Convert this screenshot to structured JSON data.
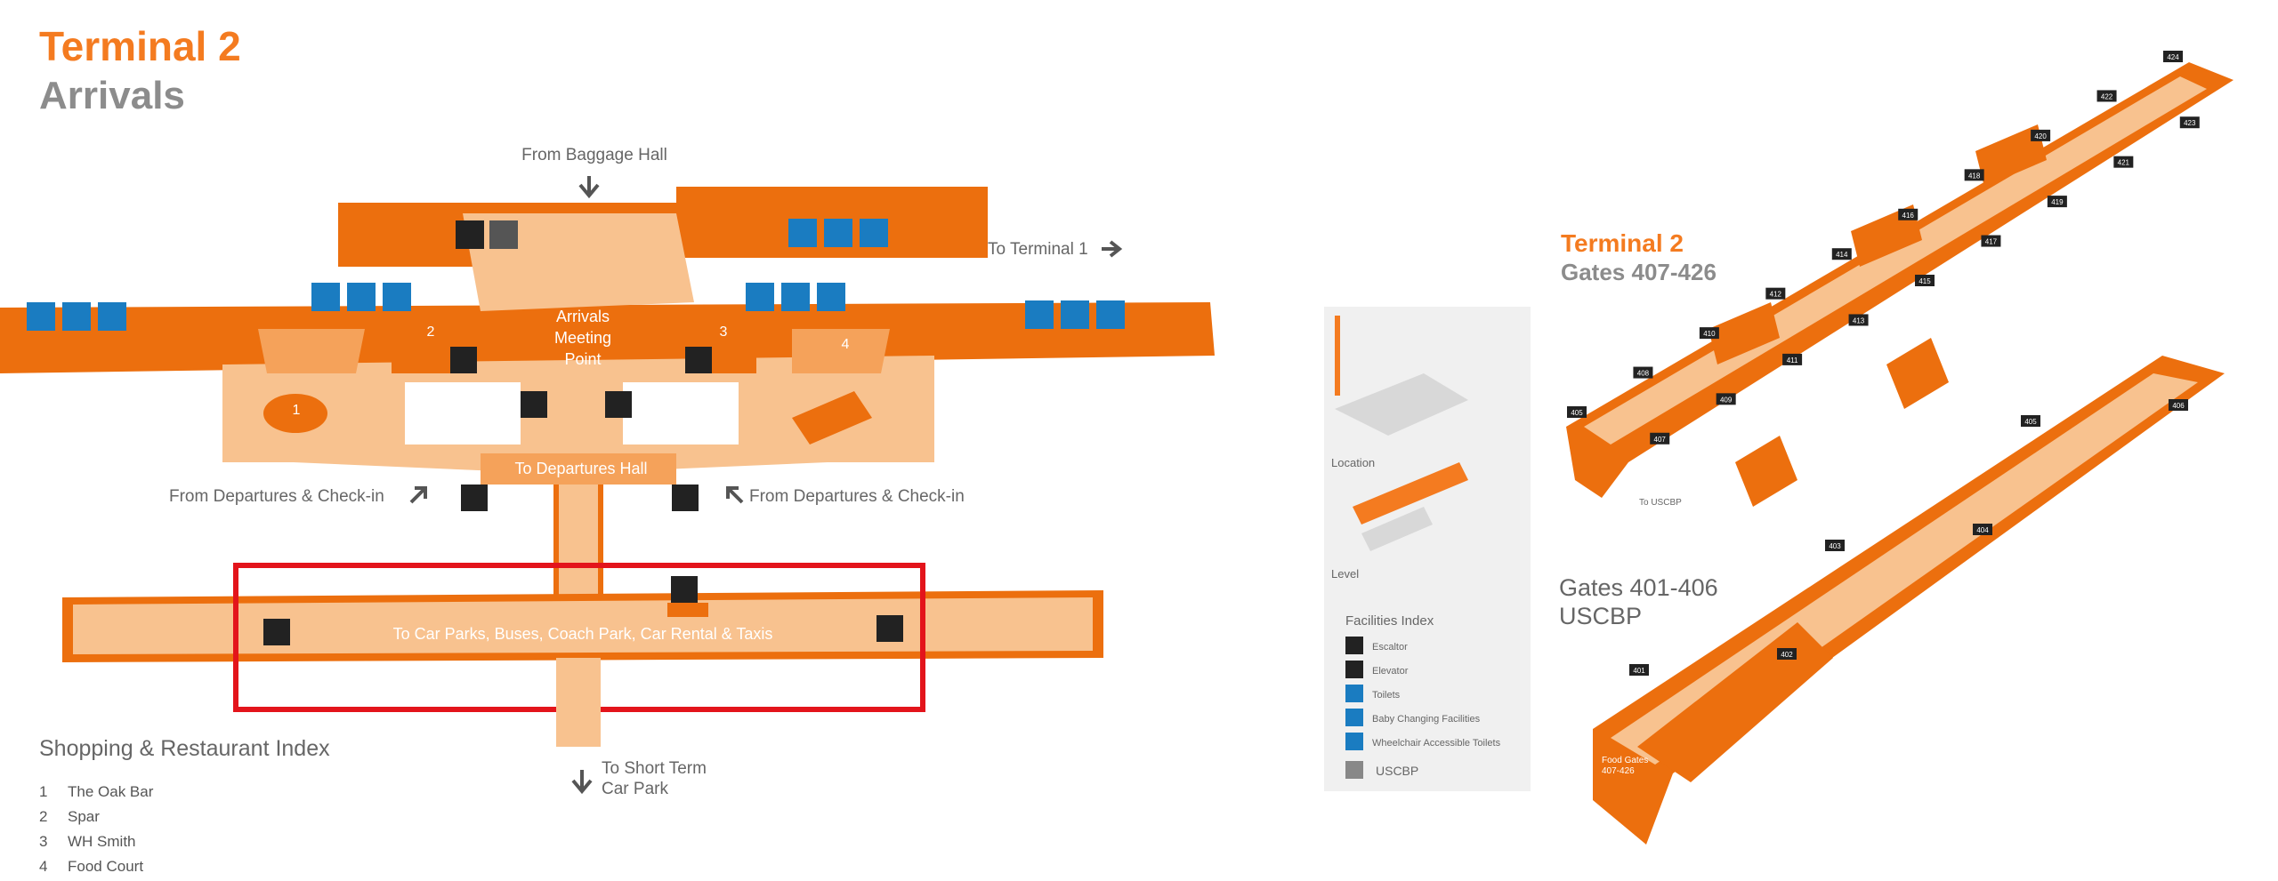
{
  "left_map": {
    "title": "Terminal 2",
    "subtitle": "Arrivals",
    "labels": {
      "from_baggage_hall": "From Baggage Hall",
      "to_terminal_1": "To Terminal 1",
      "arrivals_meeting_line1": "Arrivals",
      "arrivals_meeting_line2": "Meeting",
      "arrivals_meeting_line3": "Point",
      "to_departures_hall": "To Departures Hall",
      "from_departures_left": "From Departures & Check-in",
      "from_departures_right": "From Departures & Check-in",
      "to_car_parks": "To Car Parks, Buses, Coach Park, Car Rental & Taxis",
      "to_short_term_line1": "To Short Term",
      "to_short_term_line2": "Car Park"
    },
    "shop_numbers": [
      "1",
      "2",
      "3",
      "4"
    ],
    "index_title": "Shopping & Restaurant Index",
    "index": [
      {
        "num": "1",
        "name": "The Oak Bar"
      },
      {
        "num": "2",
        "name": "Spar"
      },
      {
        "num": "3",
        "name": "WH Smith"
      },
      {
        "num": "4",
        "name": "Food Court"
      }
    ],
    "highlight_color": "#e3141b"
  },
  "right_map": {
    "title": "Terminal 2",
    "subtitle": "Gates 407-426",
    "lower_title_line1": "Gates 401-406",
    "lower_title_line2": "USCBP",
    "location_label": "Location",
    "level_label": "Level",
    "to_uscbp": "To USCBP",
    "food_gates_line1": "Food Gates",
    "food_gates_line2": "407-426",
    "facilities_title": "Facilities Index",
    "facilities": [
      {
        "icon": "escalator-icon",
        "label": "Escaltor"
      },
      {
        "icon": "elevator-icon",
        "label": "Elevator"
      },
      {
        "icon": "toilets-icon",
        "label": "Toilets"
      },
      {
        "icon": "baby-changing-icon",
        "label": "Baby Changing Facilities"
      },
      {
        "icon": "wheelchair-icon",
        "label": "Wheelchair Accessible Toilets"
      },
      {
        "icon": "uscbp-icon",
        "label": "USCBP"
      }
    ],
    "upper_gates": [
      "405",
      "407",
      "408",
      "409",
      "410",
      "411",
      "412",
      "413",
      "414",
      "415",
      "416",
      "417",
      "418",
      "419",
      "420",
      "421",
      "422",
      "423",
      "424"
    ],
    "lower_gates": [
      "401",
      "402",
      "403",
      "404",
      "405",
      "406"
    ]
  },
  "colors": {
    "brand_orange": "#f47b20",
    "floor_light": "#f8c28f",
    "wall_orange": "#ec6f0e",
    "facility_blue": "#1a7cc1",
    "title_grey": "#8c8c8c"
  }
}
